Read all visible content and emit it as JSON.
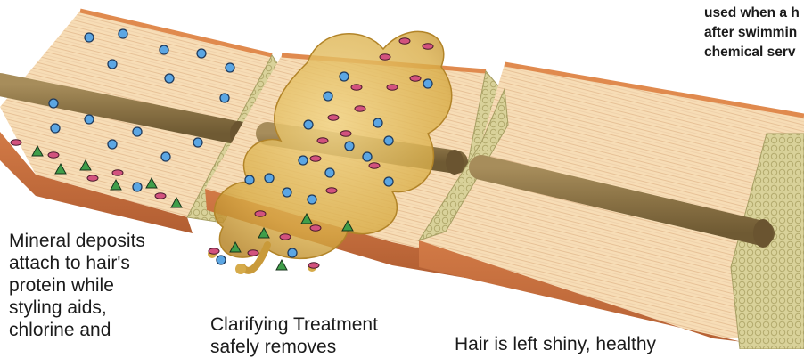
{
  "captions": {
    "top_right": [
      "used when a h",
      "after swimmin",
      "chemical serv"
    ],
    "left": [
      "Mineral deposits",
      "attach to hair's",
      "protein while",
      "styling aids,",
      "chlorine and"
    ],
    "middle": [
      "Clarifying Treatment",
      "safely removes"
    ],
    "right": [
      "Hair is left shiny, healthy"
    ]
  },
  "colors": {
    "hair_surface": "#f7ddb6",
    "hair_stripe": "#d9a77a",
    "hair_edge": "#e08a4e",
    "hair_side": "#c96f3e",
    "cortex": "#d6ce95",
    "medulla": "#8f7748",
    "treatment": "#d4a63a",
    "mineral_blue": "#5ba6e3",
    "residue_pink": "#d2527e",
    "chlorine_green": "#3f9e4a"
  }
}
